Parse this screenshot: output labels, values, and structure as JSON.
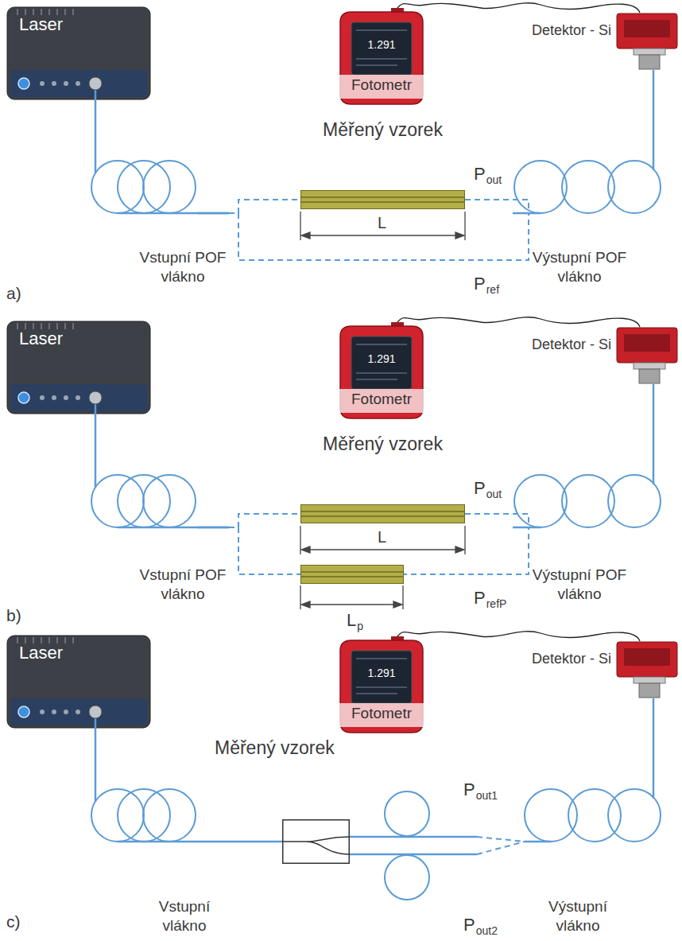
{
  "diagram": {
    "nodes": [
      {
        "text": [
          "Laser"
        ]
      },
      {
        "text": [
          "1.291",
          "Fotometr"
        ]
      },
      {
        "text": [
          "Detektor - Si"
        ]
      },
      {
        "text": [
          "Měřený vzorek"
        ]
      },
      {
        "text": [
          "Vstupní POF vlákno"
        ]
      },
      {
        "text": [
          "Výstupní POF vlákno"
        ]
      },
      {
        "text": [
          "Laser"
        ]
      },
      {
        "text": [
          "1.291",
          "Fotometr"
        ]
      },
      {
        "text": [
          "Detektor - Si"
        ]
      },
      {
        "text": [
          "Měřený vzorek"
        ]
      },
      {
        "text": [
          "Vstupní POF vlákno"
        ]
      },
      {
        "text": [
          "Výstupní POF vlákno"
        ]
      },
      {
        "text": [
          "Laser"
        ]
      },
      {
        "text": [
          "1.291",
          "Fotometr"
        ]
      },
      {
        "text": [
          "Detektor - Si"
        ]
      },
      {
        "text": [
          "Měřený vzorek"
        ]
      },
      {
        "text": [
          "Vstupní vlákno"
        ]
      },
      {
        "text": [
          "Výstupní vlákno"
        ]
      }
    ],
    "edges": [
      {
        "from": 0,
        "to": 4,
        "arrow": "none"
      },
      {
        "from": 4,
        "to": 3,
        "arrow": "none"
      },
      {
        "from": 4,
        "to": 5,
        "arrow": "none"
      },
      {
        "from": 3,
        "to": 5,
        "arrow": "none"
      },
      {
        "from": 5,
        "to": 2,
        "arrow": "none"
      },
      {
        "from": 2,
        "to": 1,
        "arrow": "none"
      },
      {
        "from": 6,
        "to": 10,
        "arrow": "none"
      },
      {
        "from": 10,
        "to": 9,
        "arrow": "none"
      },
      {
        "from": 10,
        "to": 11,
        "arrow": "none"
      },
      {
        "from": 9,
        "to": 11,
        "arrow": "none"
      },
      {
        "from": 11,
        "to": 8,
        "arrow": "none"
      },
      {
        "from": 8,
        "to": 7,
        "arrow": "none"
      },
      {
        "from": 12,
        "to": 16,
        "arrow": "none"
      },
      {
        "from": 16,
        "to": 15,
        "arrow": "none"
      },
      {
        "from": 15,
        "to": 17,
        "arrow": "none"
      },
      {
        "from": 17,
        "to": 14,
        "arrow": "none"
      },
      {
        "from": 14,
        "to": 13,
        "arrow": "none"
      }
    ],
    "labels": [
      "a)",
      "Pout",
      "Pref",
      "L",
      "b)",
      "Pout",
      "PrefP",
      "L",
      "Lp",
      "c)",
      "Pout1",
      "Pout2"
    ]
  }
}
